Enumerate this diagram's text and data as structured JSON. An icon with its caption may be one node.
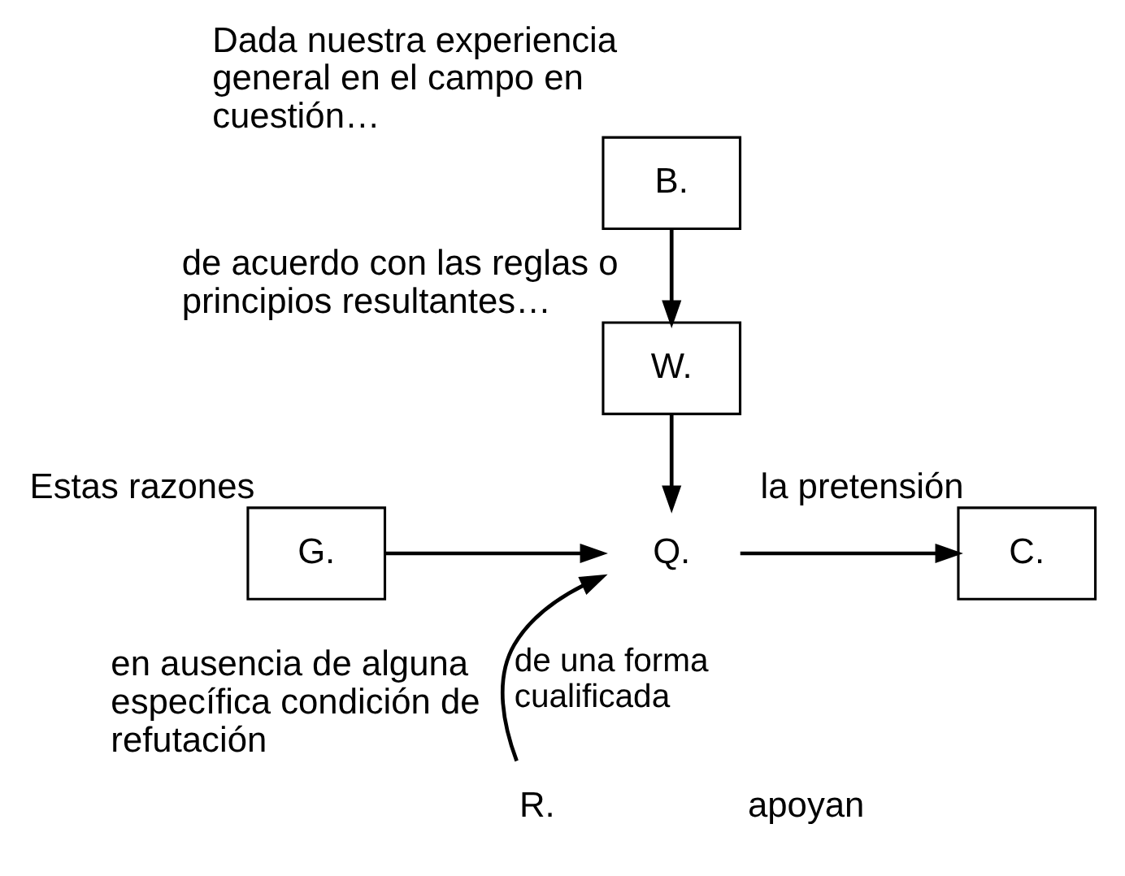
{
  "diagram": {
    "nodes": [
      {
        "text": [
          "B."
        ],
        "beside": [
          "Dada nuestra experiencia general en el campo en cuestión…"
        ]
      },
      {
        "text": [
          "W."
        ],
        "beside": [
          "de acuerdo con las reglas o principios resultantes…"
        ]
      },
      {
        "text": [
          "G."
        ],
        "beside": [
          "Estas razones"
        ]
      },
      {
        "text": [
          "Q."
        ]
      },
      {
        "text": [
          "C."
        ],
        "beside": [
          "la pretensión"
        ]
      },
      {
        "text": [
          "R."
        ],
        "beside": [
          "en ausencia de alguna específica condición de refutación"
        ]
      }
    ],
    "edges": [
      {
        "from": 0,
        "to": 1,
        "arrow": "to"
      },
      {
        "from": 1,
        "to": 3,
        "arrow": "to"
      },
      {
        "from": 2,
        "to": 3,
        "arrow": "to"
      },
      {
        "from": 3,
        "to": 4,
        "arrow": "to"
      },
      {
        "from": 5,
        "to": 3,
        "arrow": "to",
        "label": "de una forma cualificada"
      }
    ],
    "labels": [
      "apoyan"
    ]
  }
}
